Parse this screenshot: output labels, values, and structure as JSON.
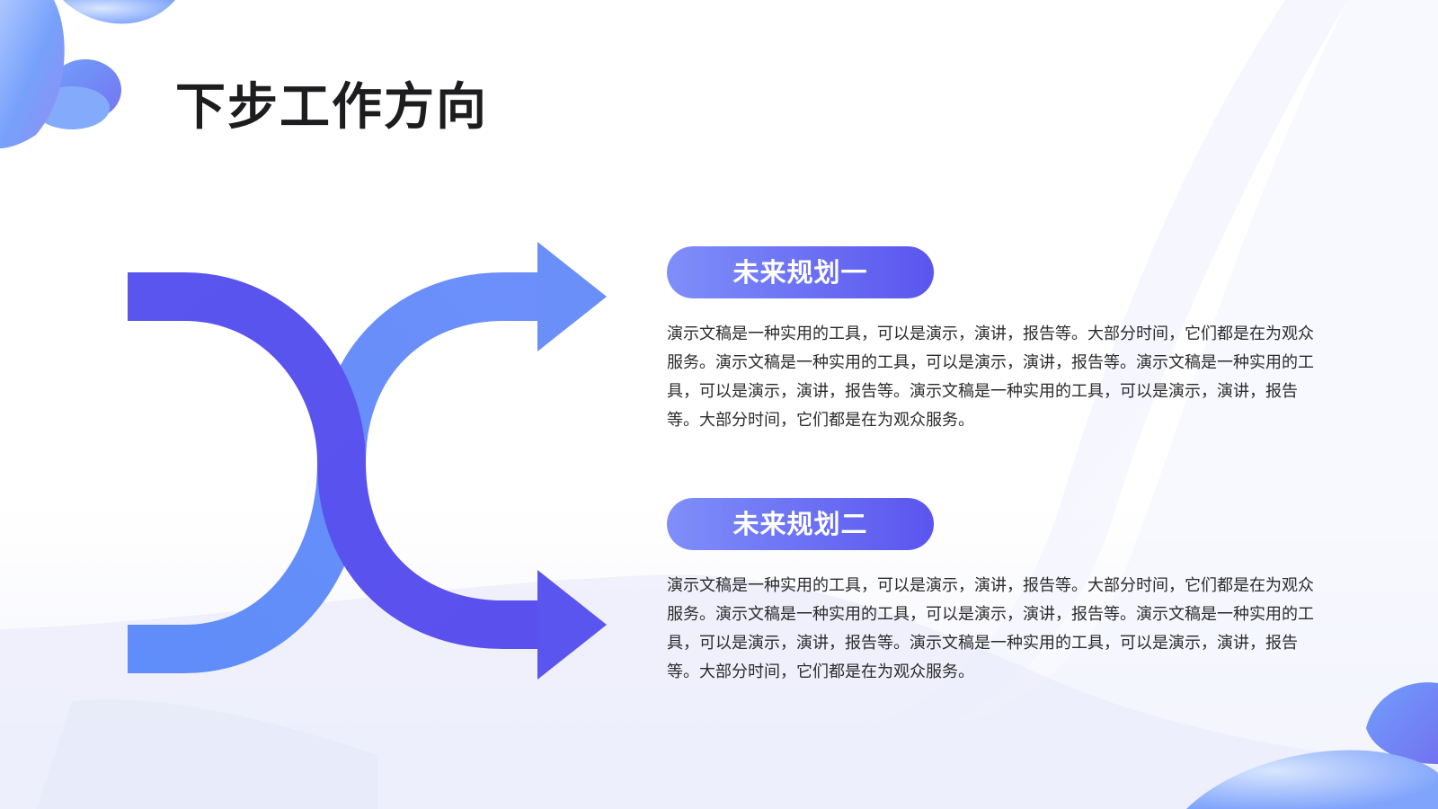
{
  "slide": {
    "title": "下步工作方向"
  },
  "colors": {
    "arrow_dark": "#5a55ef",
    "arrow_light": "#6a8ff9",
    "pill_start": "#7f8ff9",
    "pill_end": "#5a55ef",
    "title": "#1d1d1f",
    "body_text": "#2b2b2b"
  },
  "graphic": {
    "icon": "crossing-arrows-icon"
  },
  "plans": [
    {
      "label": "未来规划一",
      "text": "演示文稿是一种实用的工具，可以是演示，演讲，报告等。大部分时间，它们都是在为观众服务。演示文稿是一种实用的工具，可以是演示，演讲，报告等。演示文稿是一种实用的工具，可以是演示，演讲，报告等。演示文稿是一种实用的工具，可以是演示，演讲，报告等。大部分时间，它们都是在为观众服务。"
    },
    {
      "label": "未来规划二",
      "text": "演示文稿是一种实用的工具，可以是演示，演讲，报告等。大部分时间，它们都是在为观众服务。演示文稿是一种实用的工具，可以是演示，演讲，报告等。演示文稿是一种实用的工具，可以是演示，演讲，报告等。演示文稿是一种实用的工具，可以是演示，演讲，报告等。大部分时间，它们都是在为观众服务。"
    }
  ]
}
